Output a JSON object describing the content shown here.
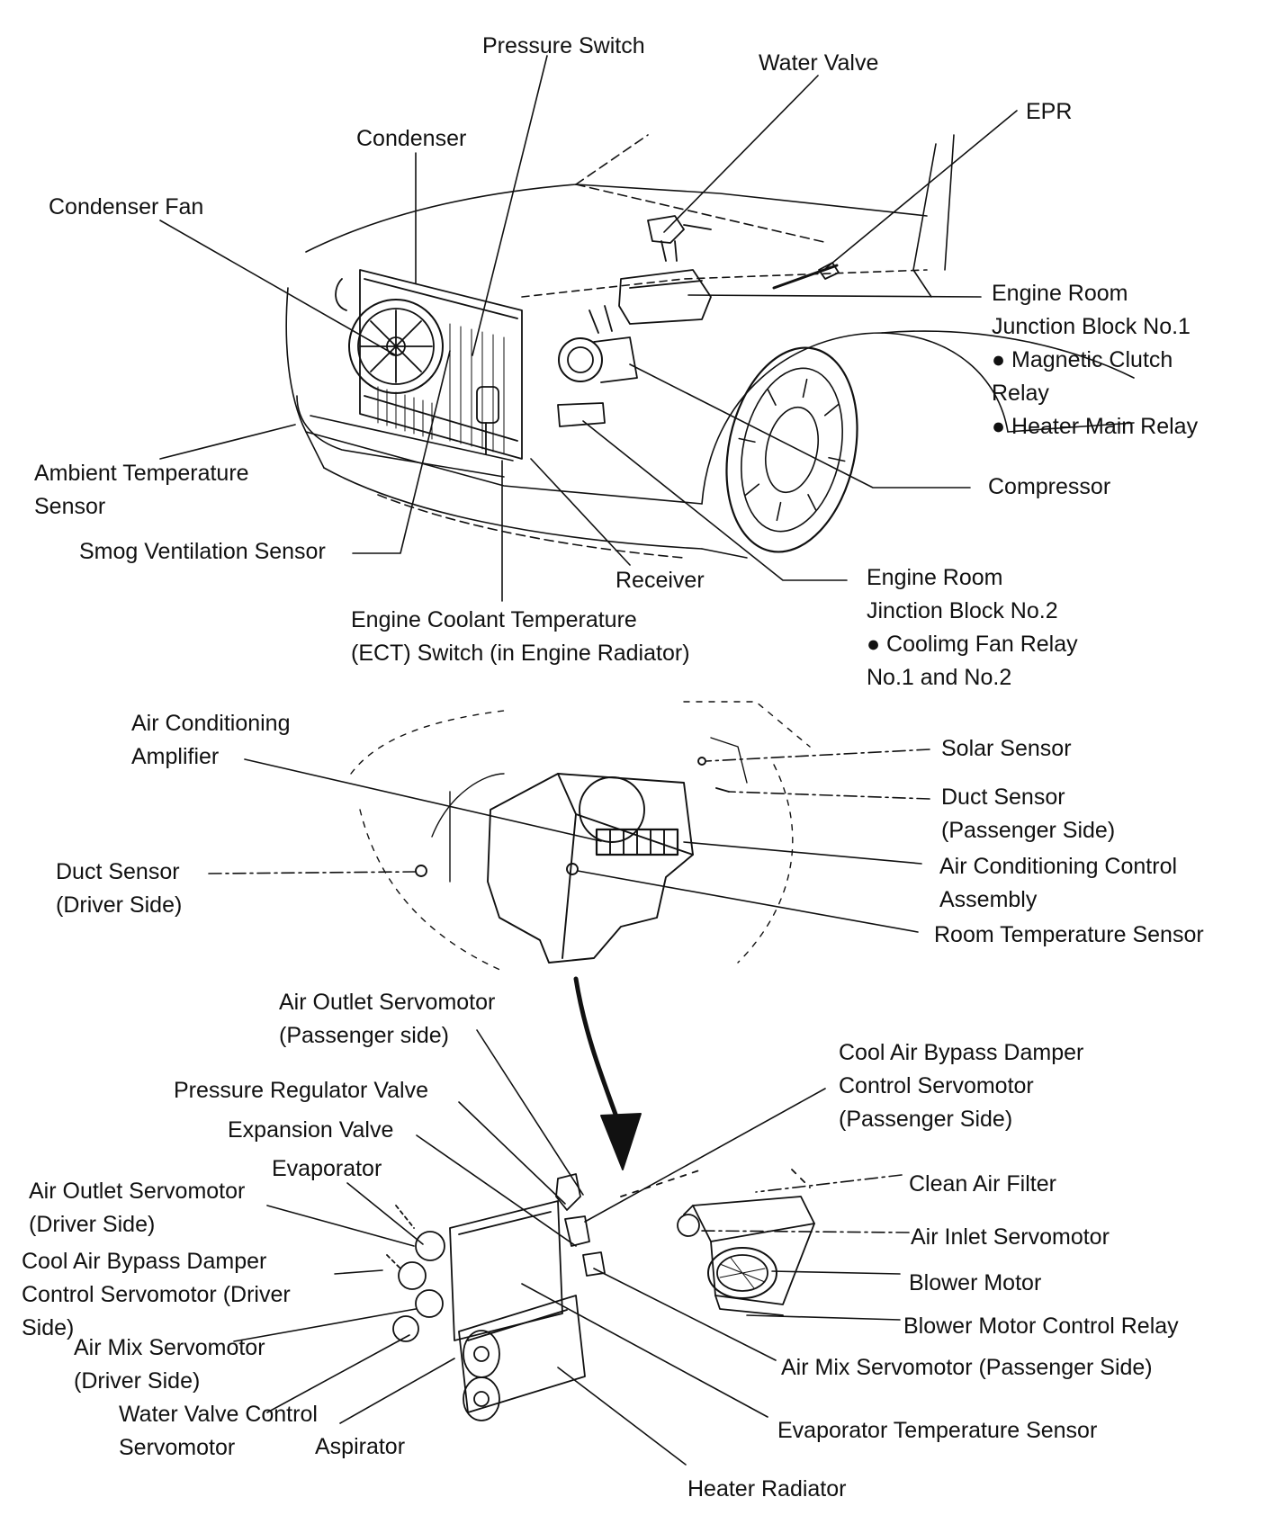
{
  "colors": {
    "ink": "#111111",
    "background": "#ffffff"
  },
  "labels": {
    "pressure_switch": "Pressure Switch",
    "water_valve": "Water Valve",
    "epr": "EPR",
    "condenser": "Condenser",
    "condenser_fan": "Condenser Fan",
    "erjb1": [
      "Engine Room",
      "Junction Block No.1",
      "● Magnetic Clutch",
      "Relay",
      "● Heater Main Relay"
    ],
    "ambient_temp_sensor": [
      "Ambient Temperature",
      "Sensor"
    ],
    "compressor": "Compressor",
    "smog_sensor": "Smog Ventilation Sensor",
    "receiver": "Receiver",
    "erjb2": [
      "Engine Room",
      "Jinction Block No.2",
      "● Coolimg Fan Relay",
      "No.1 and No.2"
    ],
    "ect_switch": [
      "Engine Coolant Temperature",
      "(ECT) Switch (in Engine Radiator)"
    ],
    "ac_amplifier": [
      "Air Conditioning",
      "Amplifier"
    ],
    "solar_sensor": "Solar Sensor",
    "duct_sensor_passenger": [
      "Duct Sensor",
      "(Passenger Side)"
    ],
    "duct_sensor_driver": [
      "Duct Sensor",
      "(Driver Side)"
    ],
    "ac_control_assembly": [
      "Air Conditioning Control",
      "Assembly"
    ],
    "room_temp_sensor": "Room Temperature Sensor",
    "air_outlet_servo_passenger": [
      "Air Outlet Servomotor",
      "(Passenger side)"
    ],
    "cool_air_bypass_passenger": [
      "Cool Air Bypass Damper",
      "Control Servomotor",
      "(Passenger Side)"
    ],
    "pressure_regulator_valve": "Pressure Regulator Valve",
    "expansion_valve": "Expansion Valve",
    "evaporator": "Evaporator",
    "clean_air_filter": "Clean Air Filter",
    "air_outlet_servo_driver": [
      "Air Outlet Servomotor",
      "(Driver Side)"
    ],
    "air_inlet_servo": "Air Inlet Servomotor",
    "cool_air_bypass_driver": [
      "Cool Air Bypass Damper",
      "Control  Servomotor  (Driver",
      "Side)"
    ],
    "blower_motor": "Blower Motor",
    "blower_motor_relay": "Blower Motor Control Relay",
    "air_mix_servo_driver": [
      "Air Mix Servomotor",
      "(Driver Side)"
    ],
    "air_mix_servo_passenger": "Air Mix Servomotor (Passenger Side)",
    "water_valve_control_servo": [
      "Water Valve Control",
      "Servomotor"
    ],
    "aspirator": "Aspirator",
    "evaporator_temp_sensor": "Evaporator Temperature Sensor",
    "heater_radiator": "Heater Radiator"
  }
}
